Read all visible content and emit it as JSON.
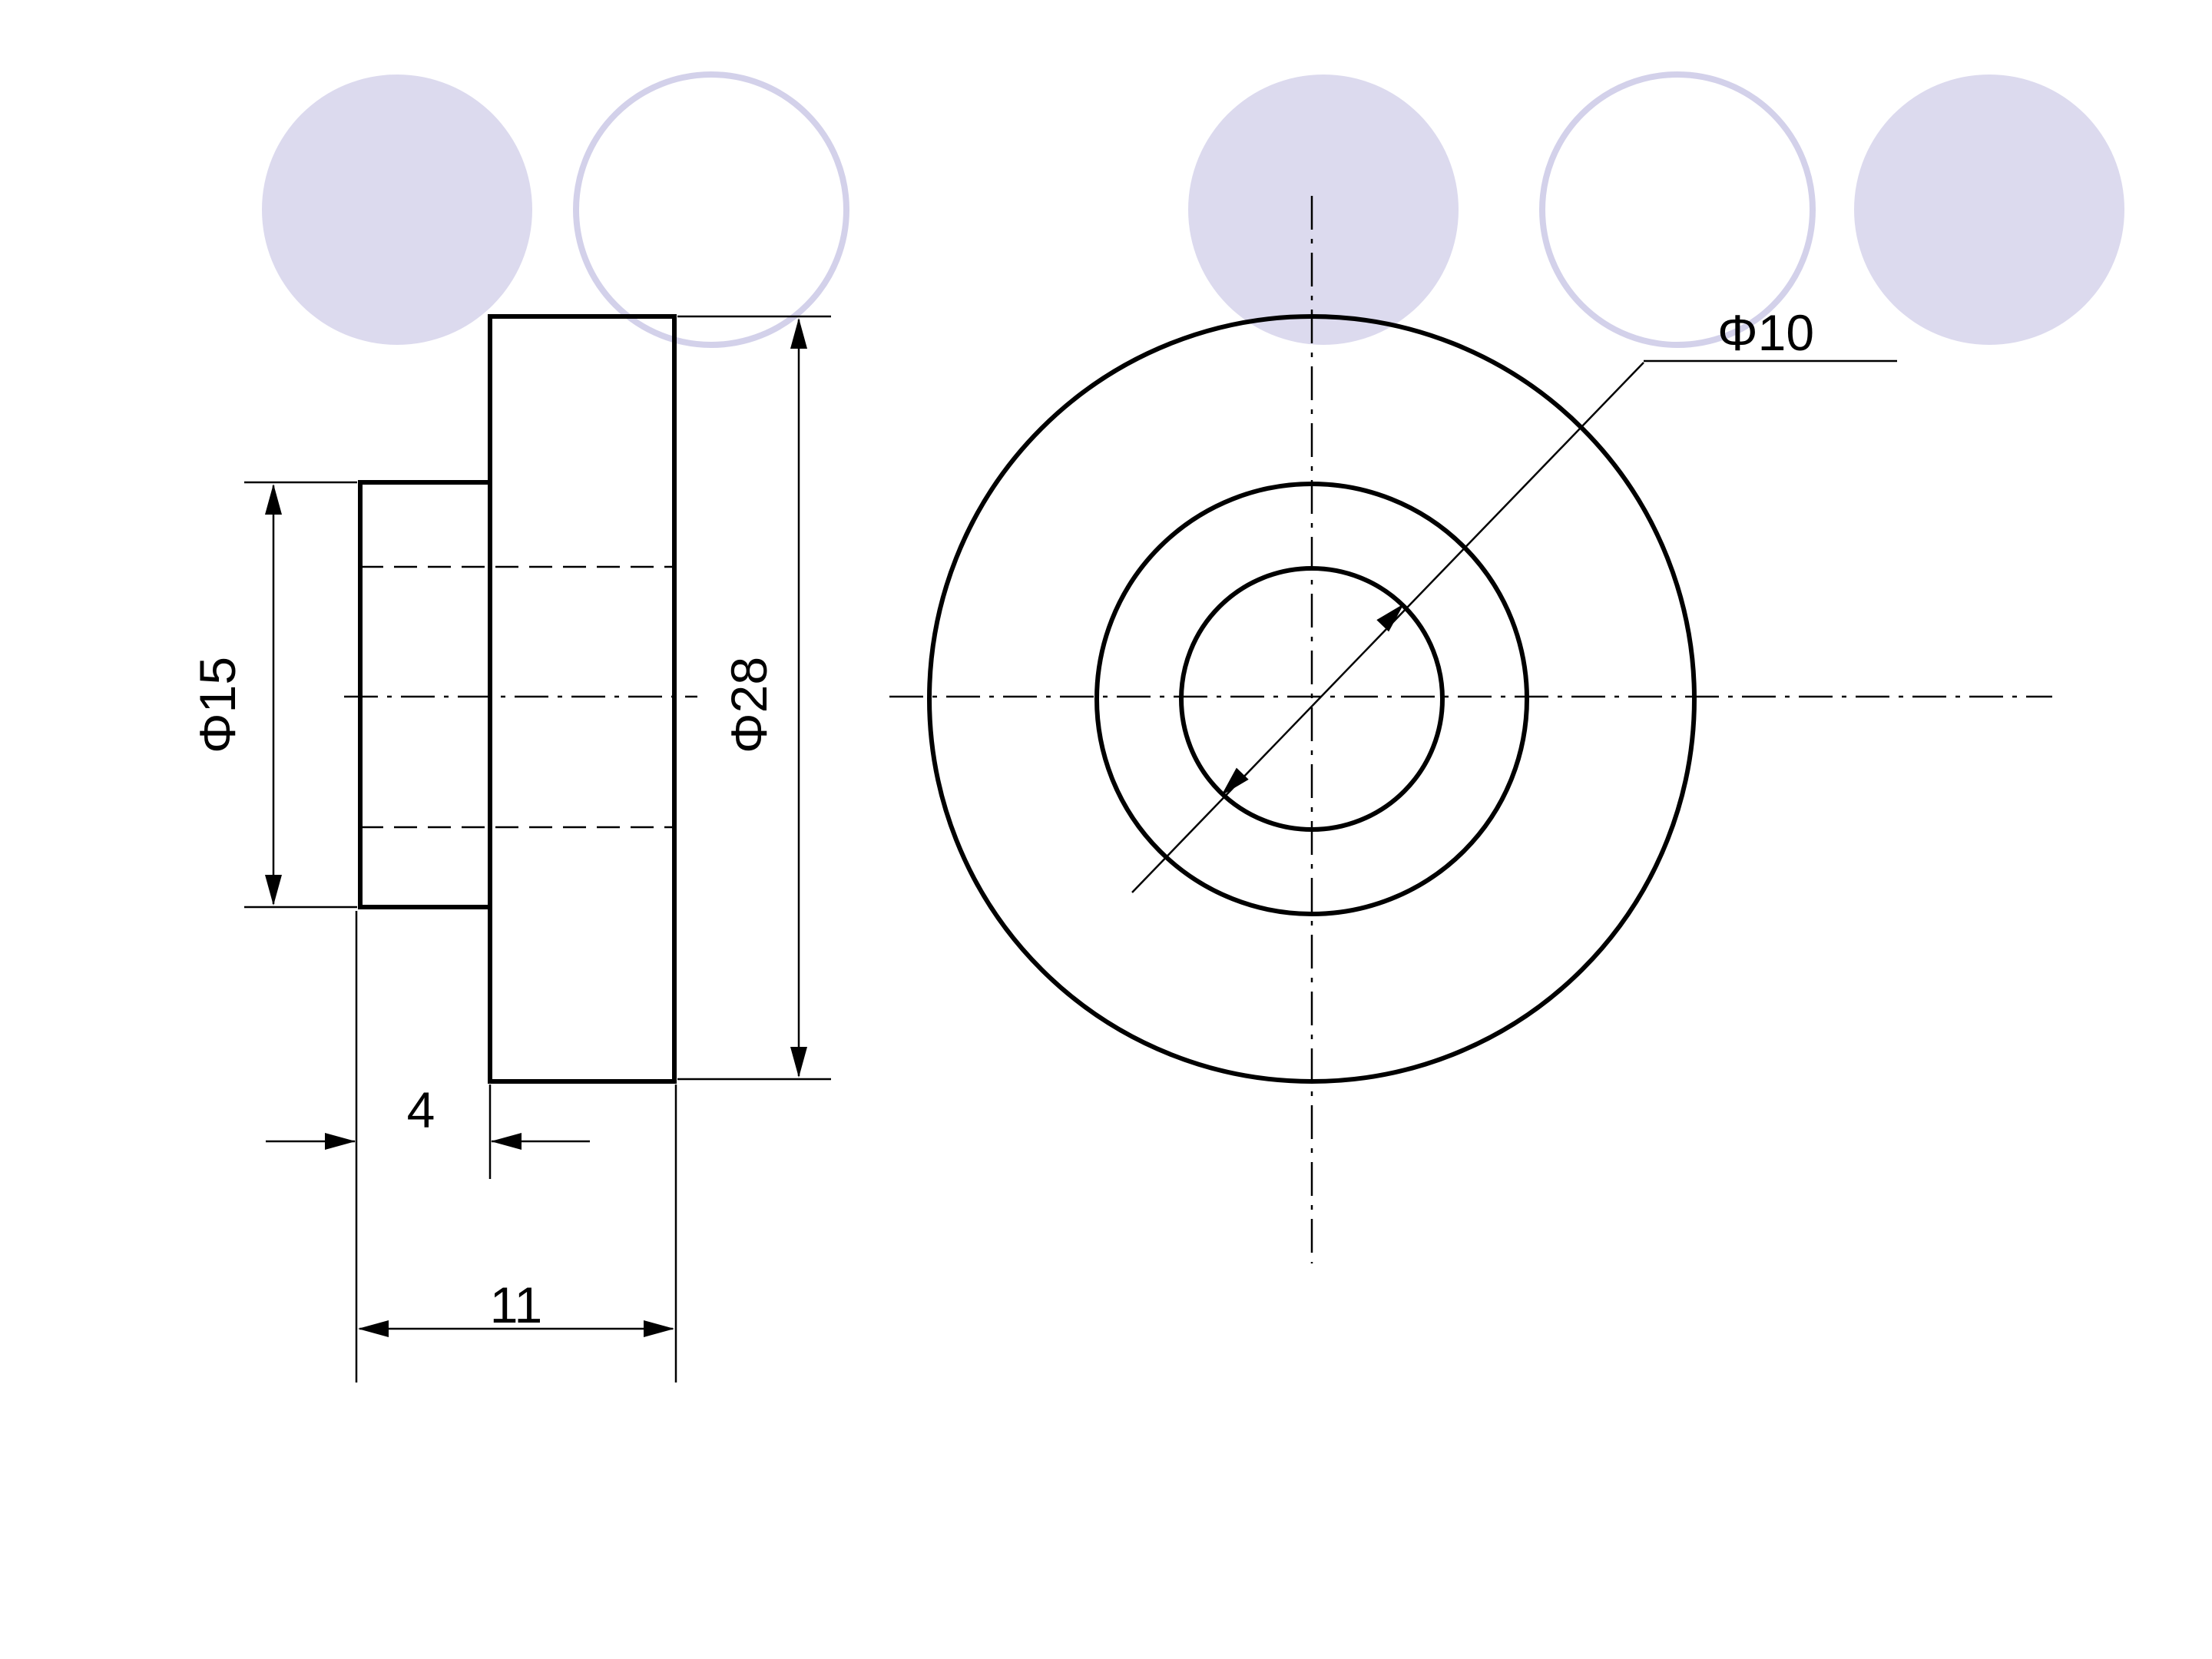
{
  "theme": {
    "decor_fill": "#dcdaee",
    "decor_stroke": "#d3d1ea",
    "line_color": "#000000",
    "background": "#ffffff"
  },
  "dimensions": {
    "small_diameter": "Φ15",
    "large_diameter": "Φ28",
    "hole_diameter": "Φ10",
    "boss_length": "4",
    "total_length": "11"
  }
}
